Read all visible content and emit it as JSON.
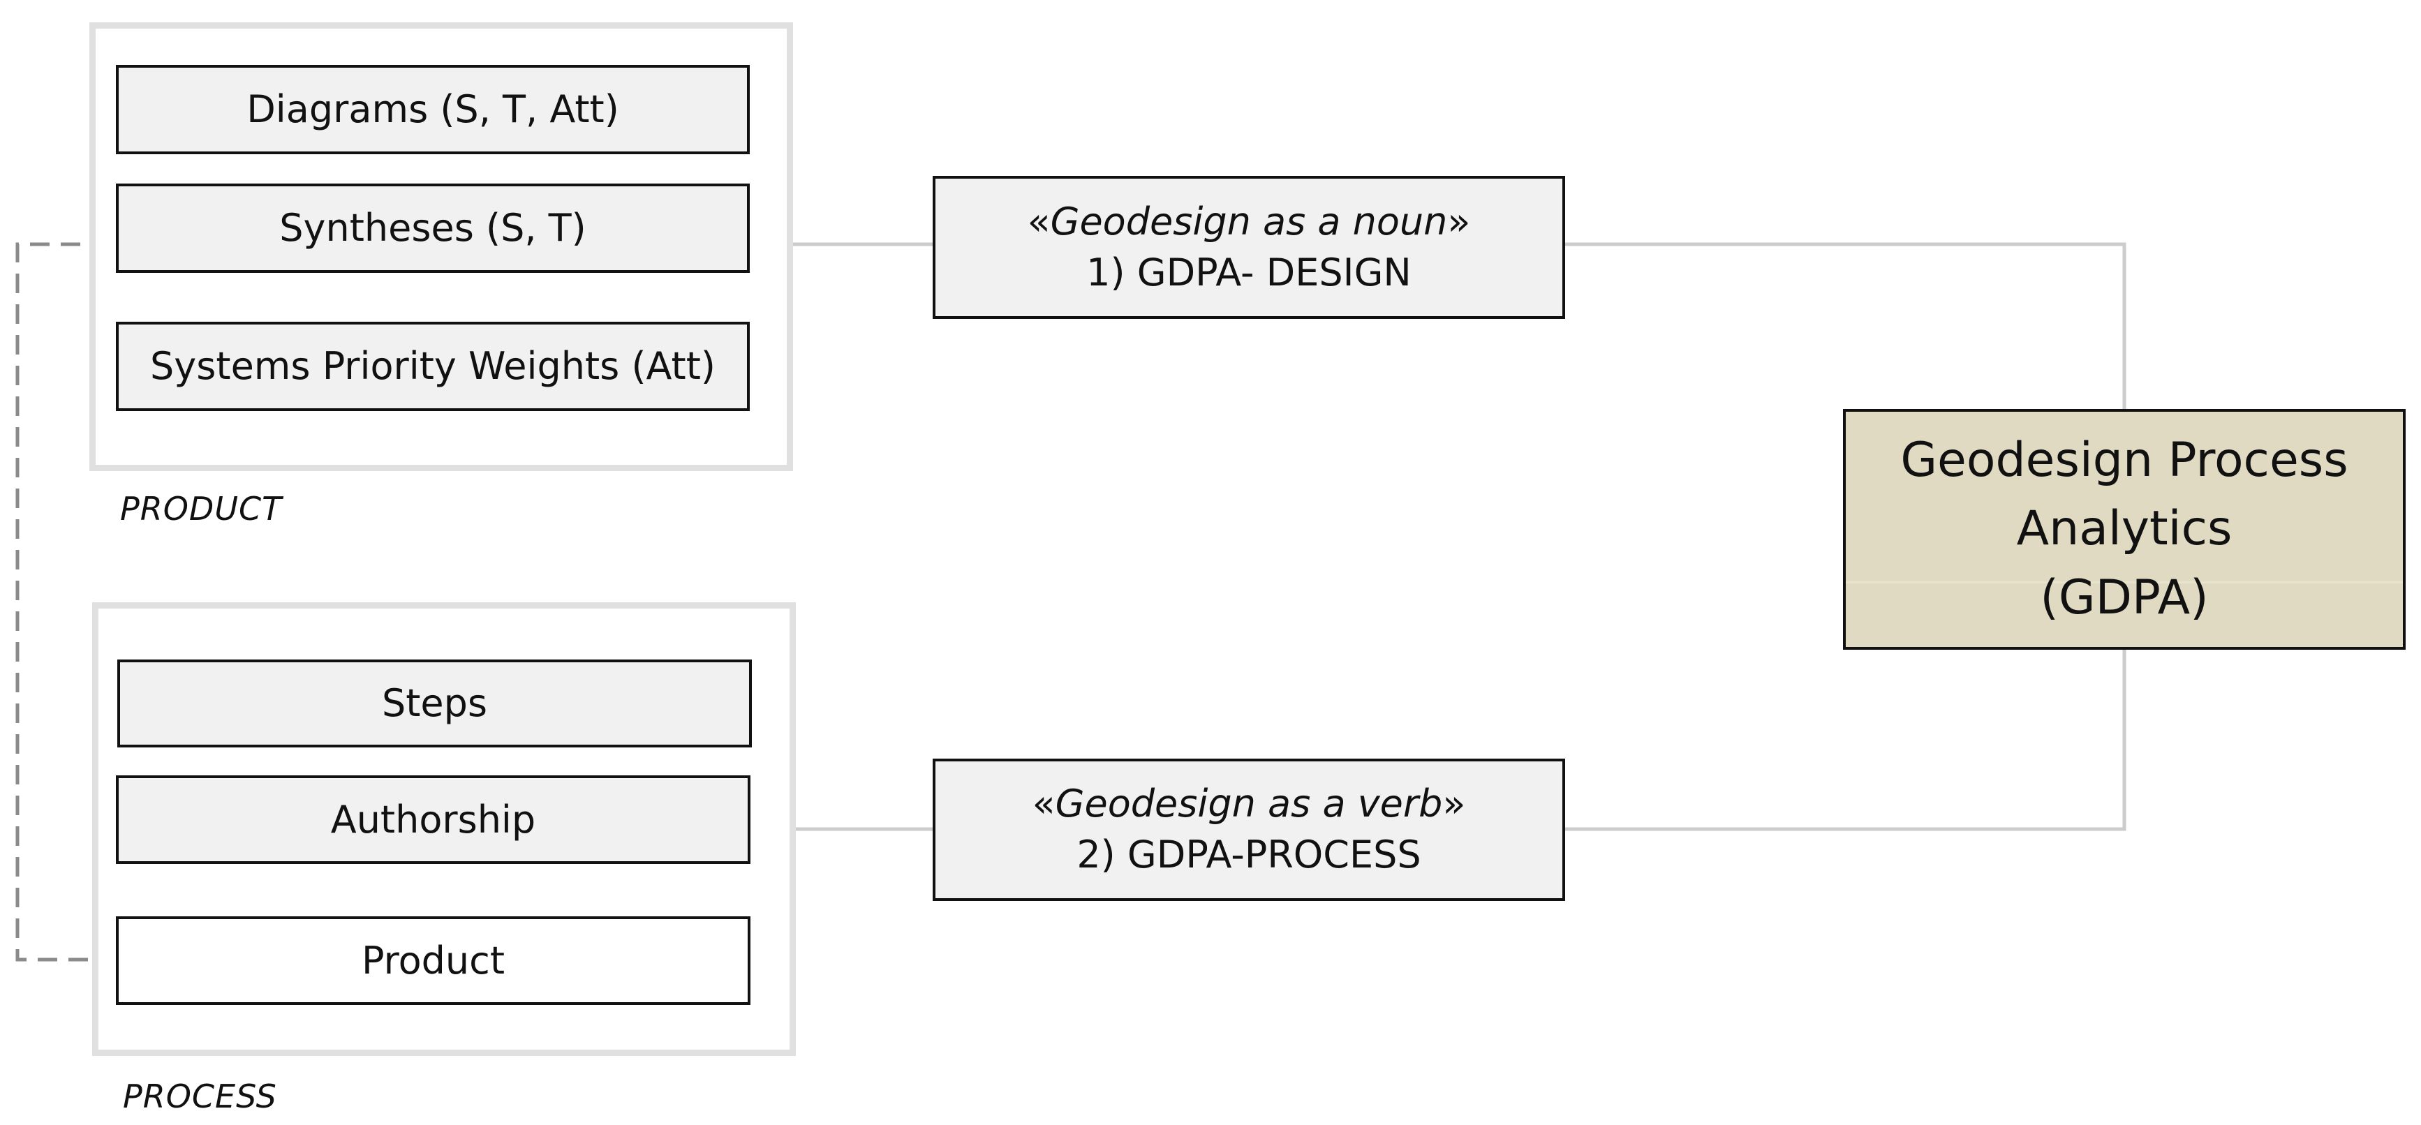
{
  "product_group": {
    "label": "PRODUCT",
    "items": [
      "Diagrams (S, T, Att)",
      "Syntheses (S, T)",
      "Systems Priority Weights (Att)"
    ]
  },
  "process_group": {
    "label": "PROCESS",
    "items": [
      "Steps",
      "Authorship",
      "Product"
    ]
  },
  "design_node": {
    "open_quote": "«",
    "title": "Geodesign as a noun",
    "close_quote": "»",
    "label": "1) GDPA- DESIGN"
  },
  "process_node": {
    "open_quote": "«",
    "title": "Geodesign as a verb",
    "close_quote": "»",
    "label": "2) GDPA-PROCESS"
  },
  "gdpa_node": {
    "lines": [
      "Geodesign Process",
      "Analytics",
      "(GDPA)"
    ]
  },
  "colors": {
    "box_fill": "#f1f1f1",
    "frame": "#e0e0e0",
    "gdpa_fill": "#e0dac2",
    "connector": "#cccccc",
    "dashed_link": "#8a8a8a"
  }
}
